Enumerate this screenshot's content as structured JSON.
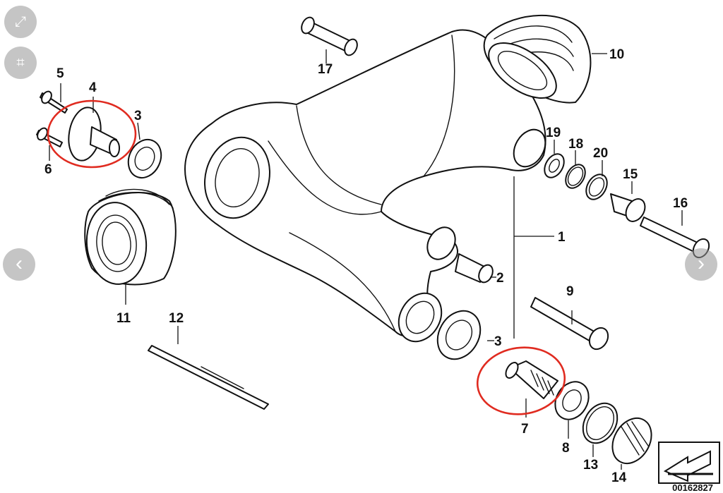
{
  "labels": {
    "p1": "1",
    "p2": "2",
    "p3a": "3",
    "p3b": "3",
    "p4": "4",
    "p5": "5",
    "p6": "6",
    "p7": "7",
    "p8": "8",
    "p9": "9",
    "p10": "10",
    "p11": "11",
    "p12": "12",
    "p13": "13",
    "p14": "14",
    "p15": "15",
    "p16": "16",
    "p17": "17",
    "p18": "18",
    "p19": "19",
    "p20": "20"
  },
  "doc_number": "00162827",
  "highlight_color": "#e02b20",
  "controls": {
    "expand_icon": "expand-icon",
    "crop_icon": "crop-icon",
    "prev_icon": "chevron-left-icon",
    "next_icon": "chevron-right-icon"
  }
}
